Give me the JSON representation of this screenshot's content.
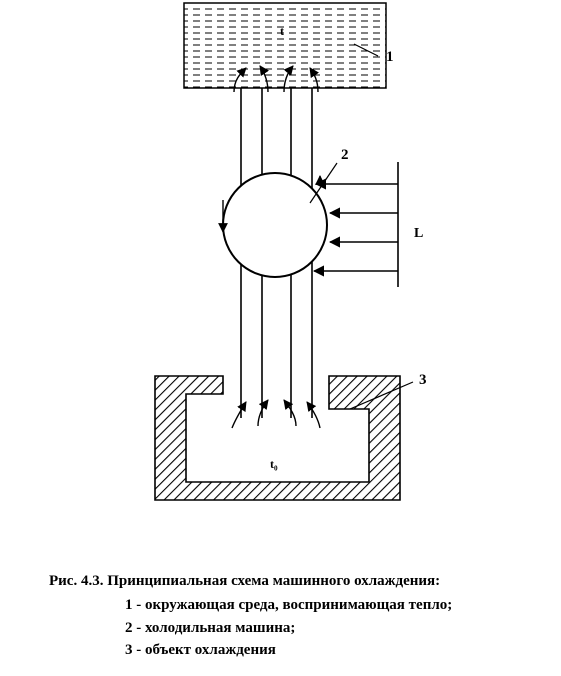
{
  "diagram": {
    "labels": {
      "t": "t",
      "t0": "t₀",
      "L": "L",
      "n1": "1",
      "n2": "2",
      "n3": "3"
    }
  },
  "caption": {
    "title": "Рис. 4.3. Принципиальная схема машинного охлаждения:",
    "items": [
      "1 - окружающая среда, воспринимающая тепло;",
      "2 - холодильная машина;",
      "3 - объект охлаждения"
    ]
  }
}
